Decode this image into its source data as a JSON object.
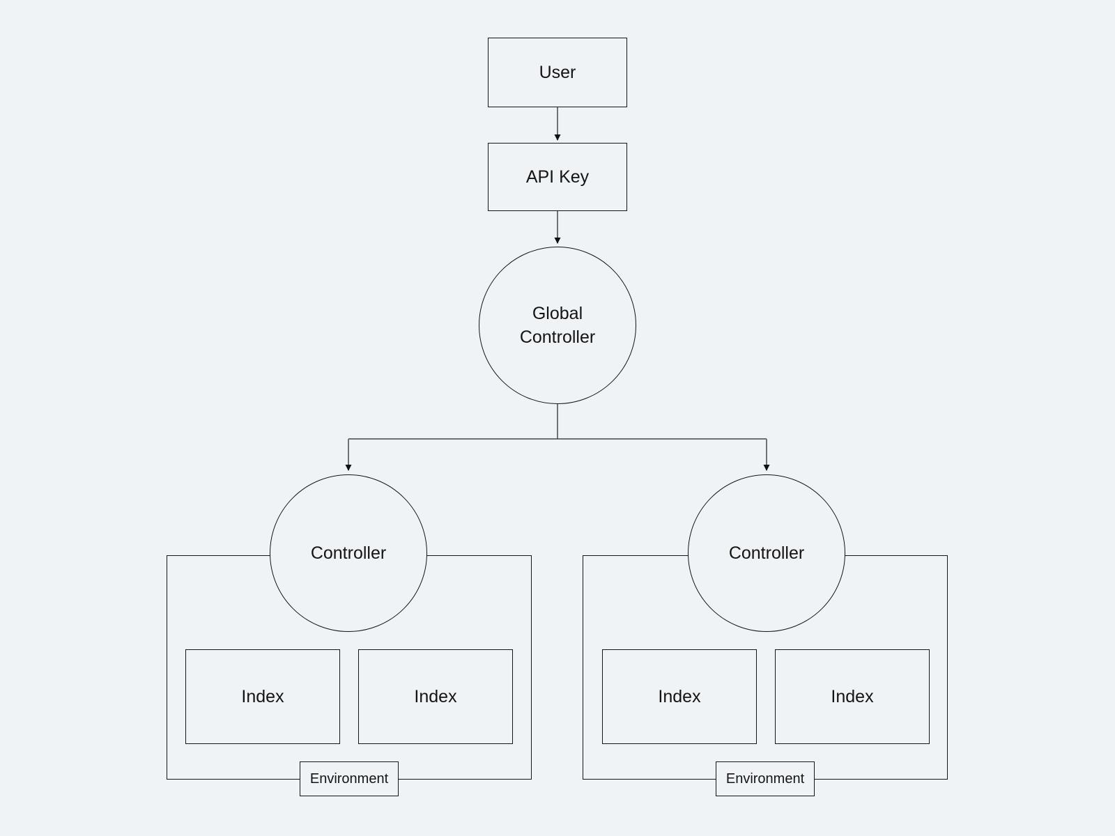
{
  "canvas": {
    "background_color": "#eff3f6",
    "shape_border_color": "#141414",
    "connector_color": "#6f7377",
    "branch_line_color": "#444444",
    "arrowhead_color": "#111111"
  },
  "nodes": {
    "user": "User",
    "api_key": "API Key",
    "global_controller": "Global Controller"
  },
  "clusters": [
    {
      "controller": "Controller",
      "index_left": "Index",
      "index_right": "Index",
      "environment": "Environment"
    },
    {
      "controller": "Controller",
      "index_left": "Index",
      "index_right": "Index",
      "environment": "Environment"
    }
  ]
}
